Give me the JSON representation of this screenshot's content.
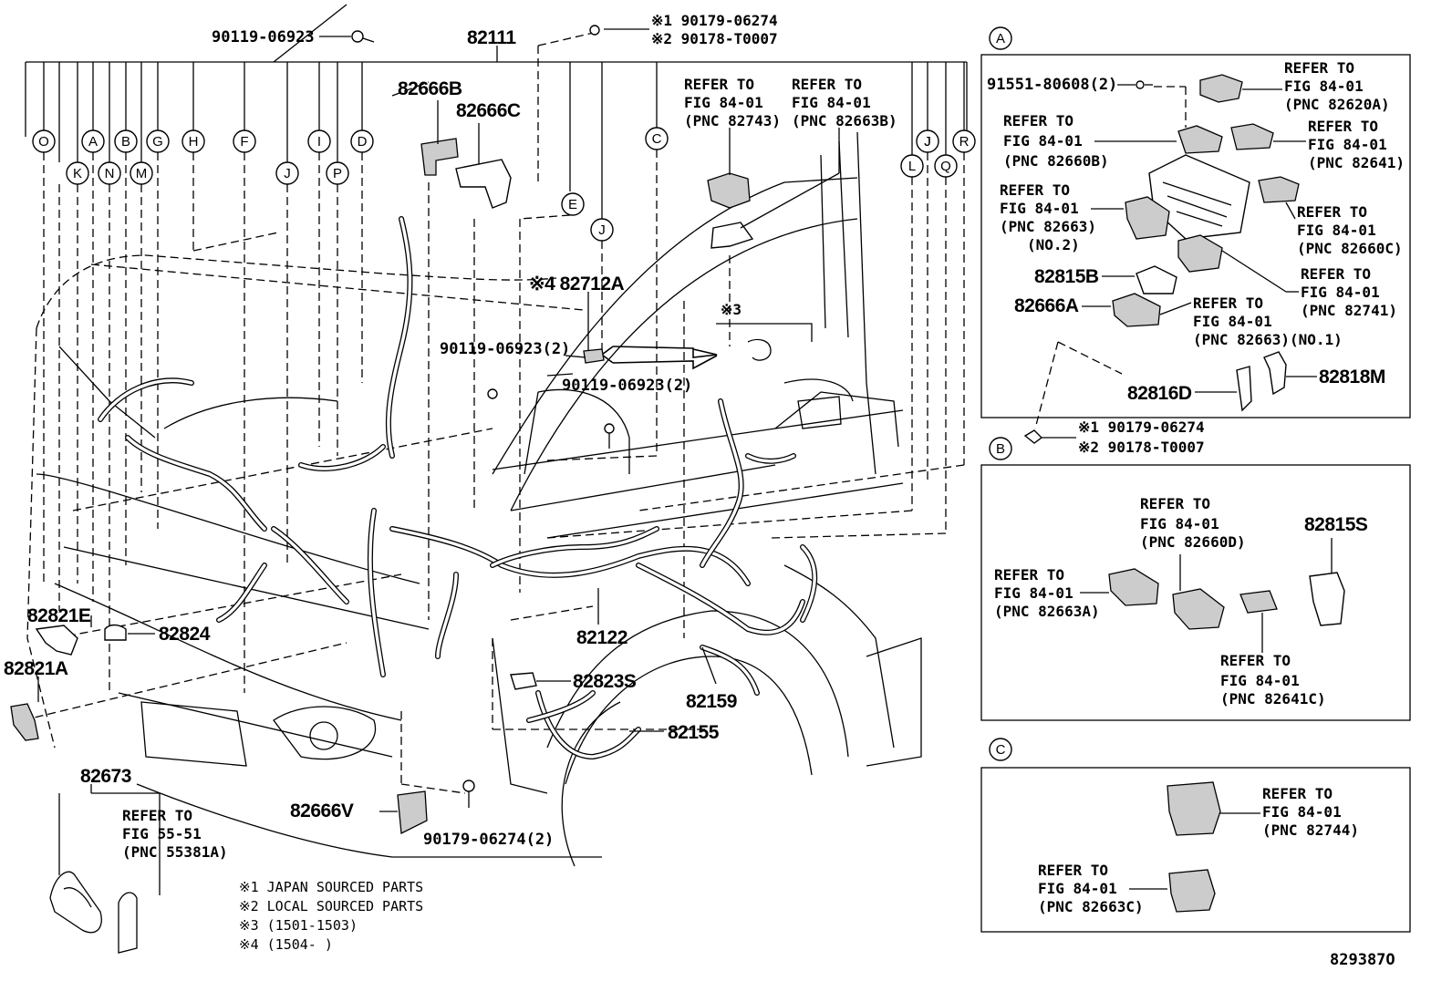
{
  "callouts": {
    "c82111": "82111",
    "c90119_top": "90119-06923",
    "c90179_top_1": "※1 90179-06274",
    "c90178_top_2": "※2 90178-T0007",
    "c82666B": "82666B",
    "c82666C": "82666C",
    "ref_82743": [
      "REFER TO",
      "FIG 84-01",
      "(PNC 82743)"
    ],
    "ref_82663B": [
      "REFER TO",
      "FIG 84-01",
      "(PNC 82663B)"
    ],
    "c82712A": "※4 82712A",
    "note3": "※3",
    "c90119_2a": "90119-06923(2)",
    "c90119_2b": "90119-06923(2)",
    "c82821E": "82821E",
    "c82824": "82824",
    "c82821A": "82821A",
    "c82122": "82122",
    "c82823S": "82823S",
    "c82159": "82159",
    "c82155": "82155",
    "c82666V": "82666V",
    "c90179_2": "90179-06274(2)",
    "c82673": "82673",
    "ref_55381A": [
      "REFER TO",
      "FIG 55-51",
      "(PNC 55381A)"
    ]
  },
  "letters_top": [
    "O",
    "A",
    "B",
    "G",
    "H",
    "F",
    "I",
    "D",
    "C",
    "J",
    "L",
    "J",
    "R"
  ],
  "letters_second": [
    "K",
    "N",
    "M",
    "J",
    "P",
    "E",
    "J",
    "Q"
  ],
  "legend": {
    "l1": "※1 JAPAN SOURCED PARTS",
    "l2": "※2 LOCAL SOURCED PARTS",
    "l3": "※3 (1501-1503)",
    "l4": "※4 (1504-      )"
  },
  "panel_a": {
    "tag": "A",
    "bolt": "91551-80608(2)",
    "ref_82620A": [
      "REFER TO",
      "FIG 84-01",
      "(PNC 82620A)"
    ],
    "ref_82660B": [
      "REFER TO",
      "FIG 84-01",
      "(PNC 82660B)"
    ],
    "ref_82641": [
      "REFER TO",
      "FIG 84-01",
      "(PNC 82641)"
    ],
    "ref_82663no2": [
      "REFER TO",
      "FIG 84-01",
      "(PNC 82663)",
      "(NO.2)"
    ],
    "ref_82660C": [
      "REFER TO",
      "FIG 84-01",
      "(PNC 82660C)"
    ],
    "ref_82741": [
      "REFER TO",
      "FIG 84-01",
      "(PNC 82741)"
    ],
    "ref_82663no1": [
      "REFER TO",
      "FIG 84-01",
      "(PNC 82663)(NO.1)"
    ],
    "c82815B": "82815B",
    "c82666A": "82666A",
    "c82816D": "82816D",
    "c82818M": "82818M",
    "clip1": "※1 90179-06274",
    "clip2": "※2 90178-T0007"
  },
  "panel_b": {
    "tag": "B",
    "ref_82660D": [
      "REFER TO",
      "FIG 84-01",
      "(PNC 82660D)"
    ],
    "c82815S": "82815S",
    "ref_82663A": [
      "REFER TO",
      "FIG 84-01",
      "(PNC 82663A)"
    ],
    "ref_82641C": [
      "REFER TO",
      "FIG 84-01",
      "(PNC 82641C)"
    ]
  },
  "panel_c": {
    "tag": "C",
    "ref_82744": [
      "REFER TO",
      "FIG 84-01",
      "(PNC 82744)"
    ],
    "ref_82663C": [
      "REFER TO",
      "FIG 84-01",
      "(PNC 82663C)"
    ]
  },
  "figure_id": "829387O"
}
